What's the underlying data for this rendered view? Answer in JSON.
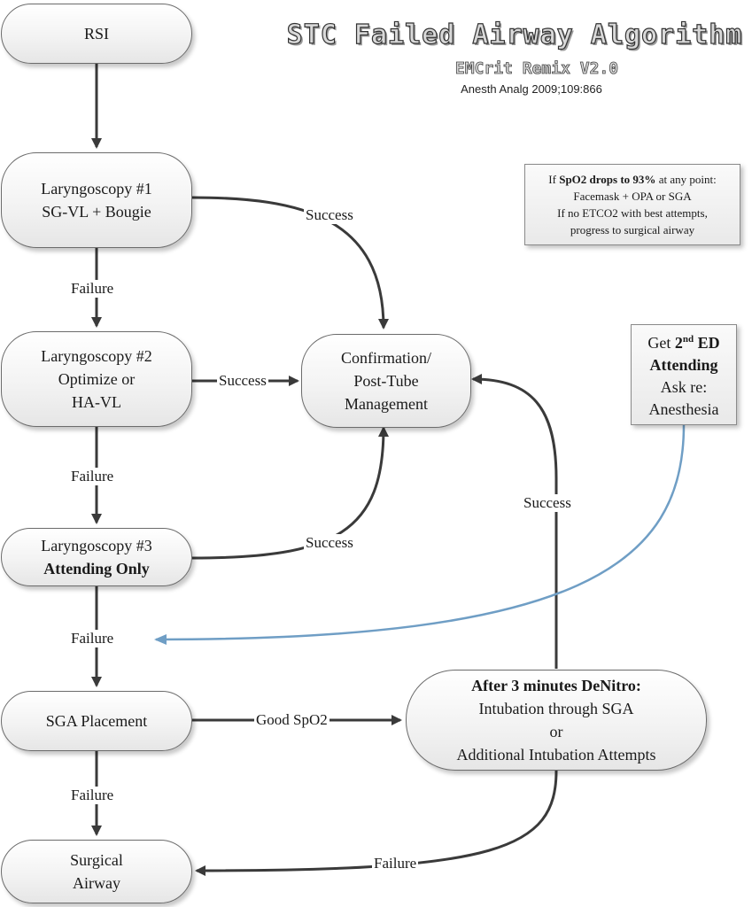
{
  "header": {
    "title": "STC Failed Airway Algorithm",
    "subtitle": "EMCrit Remix V2.0",
    "citation": "Anesth Analg 2009;109:866"
  },
  "nodes": {
    "rsi": "RSI",
    "laryngoscopy1": {
      "line1": "Laryngoscopy #1",
      "line2": "SG-VL + Bougie"
    },
    "laryngoscopy2": {
      "line1": "Laryngoscopy #2",
      "line2": "Optimize or",
      "line3": "HA-VL"
    },
    "laryngoscopy3": {
      "line1": "Laryngoscopy #3",
      "line2": "Attending Only"
    },
    "sga_placement": "SGA Placement",
    "surgical_airway": {
      "line1": "Surgical",
      "line2": "Airway"
    },
    "confirmation": {
      "line1": "Confirmation/",
      "line2": "Post-Tube",
      "line3": "Management"
    },
    "denitro": {
      "line1": "After 3 minutes DeNitro:",
      "line2": "Intubation through SGA",
      "line3": "or",
      "line4": "Additional Intubation Attempts"
    }
  },
  "spo2_note": {
    "line1_pre": "If ",
    "line1_bold": "SpO2 drops to 93%",
    "line1_post": " at any point:",
    "line2": "Facemask + OPA or SGA",
    "line3": "If no ETCO2 with best attempts,",
    "line4": "progress to surgical airway"
  },
  "attending_note": {
    "get": "Get ",
    "second": "2",
    "nd": "nd",
    "ed": " ED",
    "attending": "Attending",
    "ask": "Ask re:",
    "anesthesia": "Anesthesia"
  },
  "edge_labels": {
    "success_1": "Success",
    "success_2": "Success",
    "success_3": "Success",
    "success_4": "Success",
    "failure_1": "Failure",
    "failure_2": "Failure",
    "failure_3": "Failure",
    "failure_4": "Failure",
    "failure_5": "Failure",
    "good_spo2": "Good SpO2"
  },
  "colors": {
    "arrow": "#3a3a3a",
    "attending_arrow": "#6f9ec5"
  }
}
